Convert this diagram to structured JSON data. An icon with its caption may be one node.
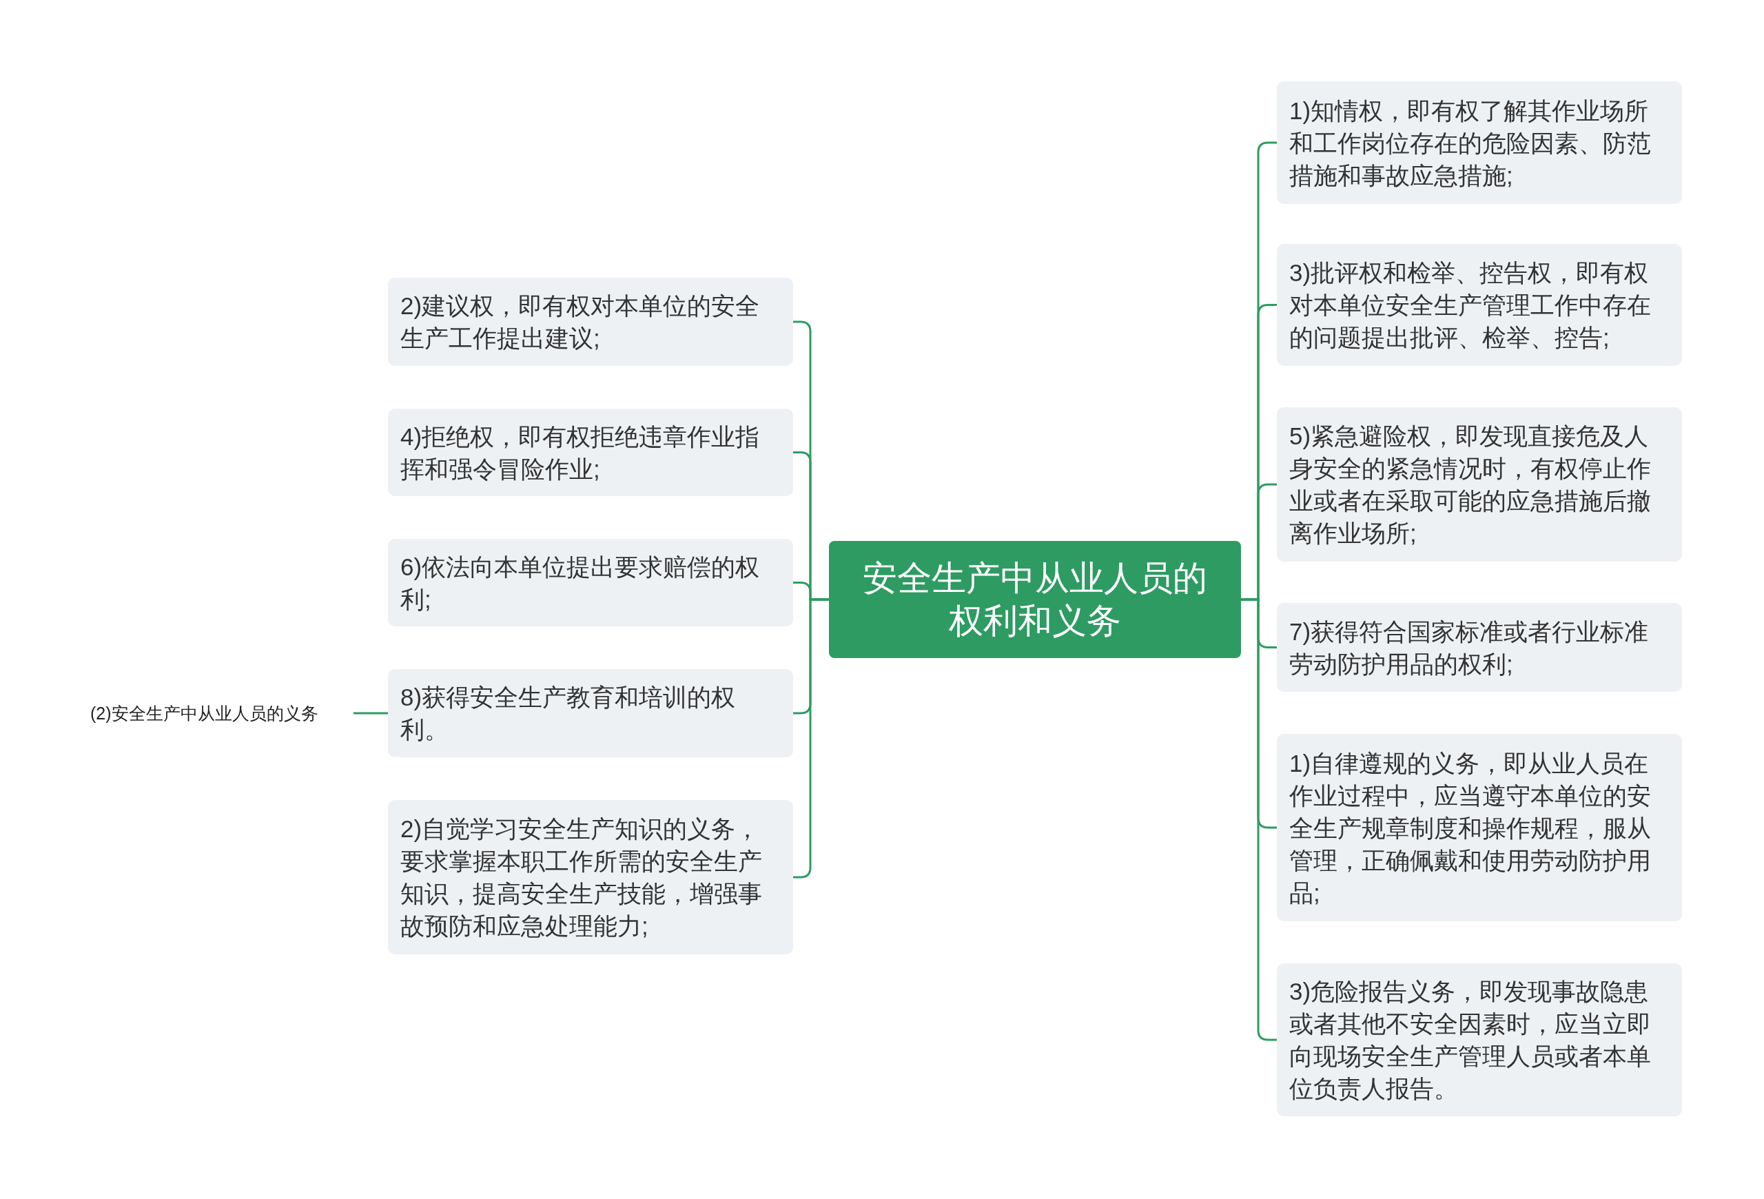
{
  "diagram": {
    "nodes": [
      {
        "text": [
          "安全生产中从业人员的权利和义务"
        ]
      },
      {
        "text": [
          "2)建议权，即有权对本单位的安全生产工作提出建议;"
        ]
      },
      {
        "text": [
          "4)拒绝权，即有权拒绝违章作业指挥和强令冒险作业;"
        ]
      },
      {
        "text": [
          "6)依法向本单位提出要求赔偿的权利;"
        ]
      },
      {
        "text": [
          "8)获得安全生产教育和培训的权利。"
        ]
      },
      {
        "text": [
          "2)自觉学习安全生产知识的义务，要求掌握本职工作所需的安全生产知识，提高安全生产技能，增强事故预防和应急处理能力;"
        ]
      },
      {
        "text": [
          "1)知情权，即有权了解其作业场所和工作岗位存在的危险因素、防范措施和事故应急措施;"
        ]
      },
      {
        "text": [
          "3)批评权和检举、控告权，即有权对本单位安全生产管理工作中存在的问题提出批评、检举、控告;"
        ]
      },
      {
        "text": [
          "5)紧急避险权，即发现直接危及人身安全的紧急情况时，有权停止作业或者在采取可能的应急措施后撤离作业场所;"
        ]
      },
      {
        "text": [
          "7)获得符合国家标准或者行业标准劳动防护用品的权利;"
        ]
      },
      {
        "text": [
          "1)自律遵规的义务，即从业人员在作业过程中，应当遵守本单位的安全生产规章制度和操作规程，服从管理，正确佩戴和使用劳动防护用品;"
        ]
      },
      {
        "text": [
          "3)危险报告义务，即发现事故隐患或者其他不安全因素时，应当立即向现场安全生产管理人员或者本单位负责人报告。"
        ]
      },
      {
        "text": [
          "(2)安全生产中从业人员的义务"
        ]
      }
    ],
    "edges": [
      {
        "from": 0,
        "to": 1,
        "arrow": "none"
      },
      {
        "from": 0,
        "to": 2,
        "arrow": "none"
      },
      {
        "from": 0,
        "to": 3,
        "arrow": "none"
      },
      {
        "from": 0,
        "to": 4,
        "arrow": "none"
      },
      {
        "from": 0,
        "to": 5,
        "arrow": "none"
      },
      {
        "from": 0,
        "to": 6,
        "arrow": "none"
      },
      {
        "from": 0,
        "to": 7,
        "arrow": "none"
      },
      {
        "from": 0,
        "to": 8,
        "arrow": "none"
      },
      {
        "from": 0,
        "to": 9,
        "arrow": "none"
      },
      {
        "from": 0,
        "to": 10,
        "arrow": "none"
      },
      {
        "from": 0,
        "to": 11,
        "arrow": "none"
      },
      {
        "from": 4,
        "to": 12,
        "arrow": "none"
      }
    ]
  }
}
